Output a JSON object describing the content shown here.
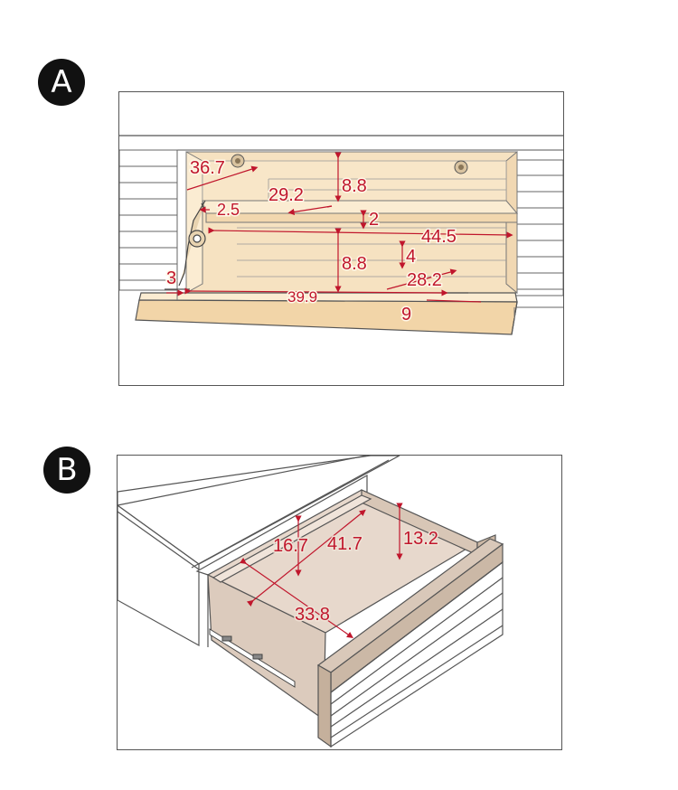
{
  "diagram_a": {
    "badge": "A",
    "dimensions": {
      "d36_7": "36.7",
      "d29_2": "29.2",
      "d8_8_top": "8.8",
      "d2_5": "2.5",
      "d2": "2",
      "d44_5": "44.5",
      "d8_8_bottom": "8.8",
      "d4": "4",
      "d3": "3",
      "d28_2": "28.2",
      "d39_9": "39.9",
      "d9": "9"
    }
  },
  "diagram_b": {
    "badge": "B",
    "dimensions": {
      "d16_7": "16.7",
      "d41_7": "41.7",
      "d13_2": "13.2",
      "d33_8": "33.8"
    }
  },
  "colors": {
    "dimension": "#c0162c",
    "wood_light": "#f6e2c1",
    "drawer_interior": "#e7d8cc"
  }
}
